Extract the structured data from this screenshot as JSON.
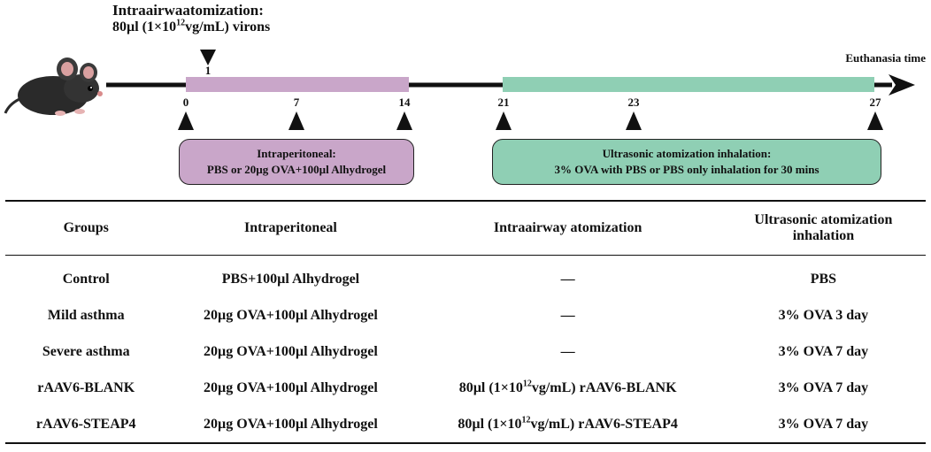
{
  "timeline": {
    "injection_title": "Intraairwaatomization:",
    "injection_dose_prefix": "80µl (1×10",
    "injection_dose_exp": "12",
    "injection_dose_suffix": "vg/mL) virons",
    "injection_day": "1",
    "end_label": "Euthanasia time",
    "days": [
      "0",
      "7",
      "14",
      "21",
      "23",
      "27"
    ],
    "phase1_color": "#c9a6c9",
    "phase2_color": "#8fcfb4",
    "phase1_box": {
      "line1": "Intraperitoneal:",
      "line2": "PBS or 20µg OVA+100µl Alhydrogel"
    },
    "phase2_box": {
      "line1": "Ultrasonic atomization inhalation:",
      "line2": "3% OVA with PBS or PBS only inhalation for 30 mins"
    }
  },
  "table": {
    "headers": [
      "Groups",
      "Intraperitoneal",
      "Intraairway atomization",
      "Ultrasonic atomization inhalation"
    ],
    "header_col3_line1": "Ultrasonic atomization",
    "header_col3_line2": "inhalation",
    "rows": [
      {
        "group": "Control",
        "ip": "PBS+100µl Alhydrogel",
        "ia": "—",
        "us": "PBS"
      },
      {
        "group": "Mild asthma",
        "ip": "20µg OVA+100µl Alhydrogel",
        "ia": "—",
        "us": "3% OVA 3 day"
      },
      {
        "group": "Severe asthma",
        "ip": "20µg OVA+100µl Alhydrogel",
        "ia": "—",
        "us": "3% OVA 7 day"
      },
      {
        "group": "rAAV6-BLANK",
        "ip": "20µg OVA+100µl Alhydrogel",
        "ia_prefix": "80µl (1×10",
        "ia_exp": "12",
        "ia_suffix": "vg/mL) rAAV6-BLANK",
        "us": "3% OVA 7 day"
      },
      {
        "group": "rAAV6-STEAP4",
        "ip": "20µg OVA+100µl Alhydrogel",
        "ia_prefix": "80µl (1×10",
        "ia_exp": "12",
        "ia_suffix": "vg/mL) rAAV6-STEAP4",
        "us": "3% OVA 7 day"
      }
    ]
  }
}
